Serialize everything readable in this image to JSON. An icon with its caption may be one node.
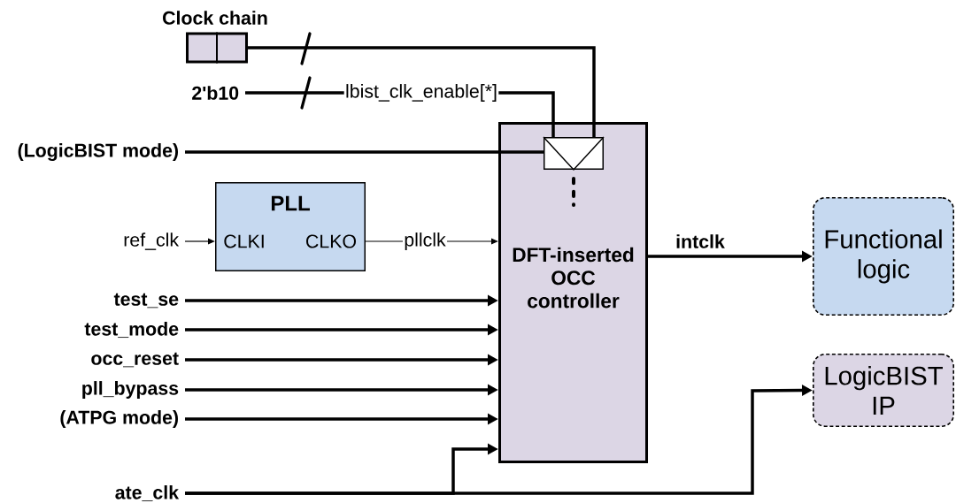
{
  "diagram": {
    "nodes": [
      {
        "text": [
          "Clock chain"
        ]
      },
      {
        "text": [
          "2'b10"
        ]
      },
      {
        "text": [
          "(LogicBIST mode)"
        ]
      },
      {
        "text": [
          "DFT-inserted OCC controller"
        ]
      },
      {
        "text": [],
        "shape": "box",
        "in": 3
      },
      {
        "text": [
          "PLL",
          "CLKI",
          "CLKO"
        ]
      },
      {
        "text": [
          "ref_clk"
        ]
      },
      {
        "text": [
          "test_se"
        ]
      },
      {
        "text": [
          "test_mode"
        ]
      },
      {
        "text": [
          "occ_reset"
        ]
      },
      {
        "text": [
          "pll_bypass"
        ]
      },
      {
        "text": [
          "(ATPG mode)"
        ]
      },
      {
        "text": [
          "ate_clk"
        ]
      },
      {
        "text": [
          "Functional logic"
        ]
      },
      {
        "text": [
          "LogicBIST IP"
        ]
      }
    ],
    "edges": [
      {
        "from": 0,
        "to": 4,
        "arrow": "none"
      },
      {
        "from": 1,
        "to": 4,
        "arrow": "none",
        "label": "lbist_clk_enable[*]"
      },
      {
        "from": 2,
        "to": 4,
        "arrow": "none"
      },
      {
        "from": 6,
        "to": 5,
        "arrow": "to"
      },
      {
        "from": 5,
        "to": 3,
        "arrow": "to",
        "label": "pllclk"
      },
      {
        "from": 7,
        "to": 3,
        "arrow": "to"
      },
      {
        "from": 8,
        "to": 3,
        "arrow": "to"
      },
      {
        "from": 9,
        "to": 3,
        "arrow": "to"
      },
      {
        "from": 10,
        "to": 3,
        "arrow": "to"
      },
      {
        "from": 11,
        "to": 3,
        "arrow": "to"
      },
      {
        "from": 12,
        "to": 3,
        "arrow": "to"
      },
      {
        "from": 12,
        "to": 14,
        "arrow": "to"
      },
      {
        "from": 3,
        "to": 13,
        "arrow": "to",
        "label": "intclk"
      }
    ]
  }
}
